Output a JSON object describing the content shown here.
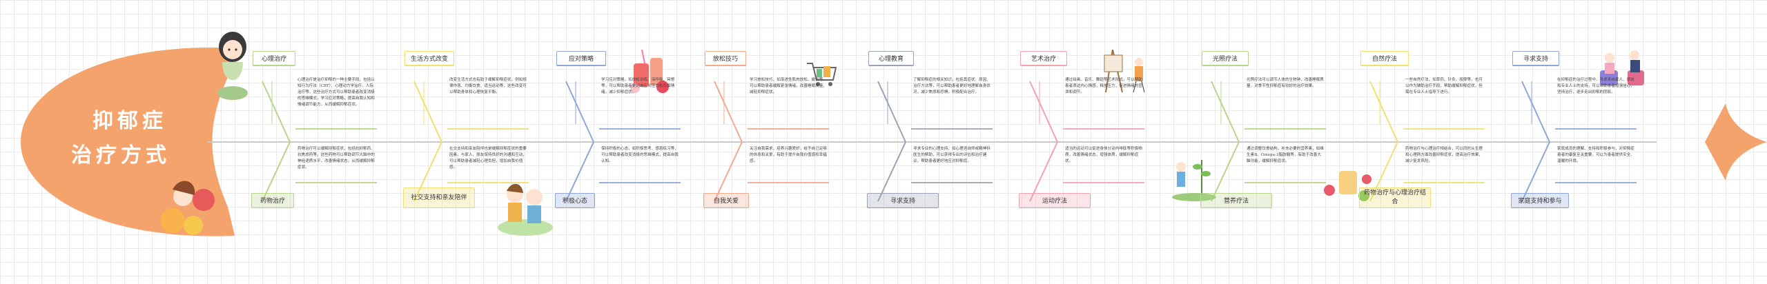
{
  "head": {
    "title_line1": "抑郁症",
    "title_line2": "治疗方式",
    "color": "#f5a36c"
  },
  "topics": [
    {
      "label": "心理治疗",
      "desc": "心理治疗是治疗抑郁的一种主要手段，包括认知行为疗法（CBT）、心理动力学治疗、人际治疗等，这些治疗方式可以帮助患者改变消极的思维模式，学习应对策略，提高自我认知和情绪调节能力，从而缓解抑郁症状。",
      "color": "#b7d58b"
    },
    {
      "label": "药物治疗",
      "desc": "药物治疗可以缓解抑郁症状，包括抗抑郁药、抗焦虑药等，这些药物可以帮助调节大脑中的神经递质水平，改善情绪状态，从而缓解抑郁症状。",
      "color": "#b7d58b"
    },
    {
      "label": "生活方式改变",
      "desc": "改变生活方式也有助于缓解抑郁症状，例如规律作息、均衡饮食、适当运动等，这些改变可以帮助身体和心理恢复平衡。",
      "color": "#f0e070"
    },
    {
      "label": "社交支持和亲友陪伴",
      "desc": "社交支持和亲友陪伴也是缓解抑郁症状的重要因素，与家人、朋友保持良好的沟通和互动，可以帮助患者减轻心理负担，增加自我价值感。",
      "color": "#f0e070"
    },
    {
      "label": "应对策略",
      "desc": "学习应对策略，如放松训练、深呼吸、冥想等，可以帮助患者更好地应对压力和负面情绪，减少抑郁症状。",
      "color": "#8ea6d8"
    },
    {
      "label": "积极心态",
      "desc": "保持积极的心态，如积极思考、感恩练习等，可以帮助患者改变消极的思维模式，提高自我认知。",
      "color": "#8ea6d8"
    },
    {
      "label": "放松技巧",
      "desc": "学习放松技巧，如渐进性肌肉放松、瑜伽等，可以帮助患者缓解紧张情绪，改善睡眠质量，减轻抑郁症状。",
      "color": "#f4a98a"
    },
    {
      "label": "自我关爱",
      "desc": "关注自我需求，培养兴趣爱好，给予自己足够的休息和关爱，有助于提升自我价值感和幸福感。",
      "color": "#f4a98a"
    },
    {
      "label": "心理教育",
      "desc": "了解抑郁症的相关知识，包括其症状、原因、治疗方法等，可以帮助患者更好地理解自身状况，减少焦虑和恐惧，积极配合治疗。",
      "color": "#9aa3b5"
    },
    {
      "label": "寻求支持",
      "desc": "寻求专业的心理支持，如心理咨询师或精神科医生的帮助，可以获得专业的评估和治疗建议，帮助患者更好地应对抑郁症。",
      "color": "#9aa3b5"
    },
    {
      "label": "艺术治疗",
      "desc": "通过绘画、音乐、舞蹈等艺术形式，可以帮助患者表达内心情感，释放压力，促进情绪的宣泄和调节。",
      "color": "#f2a2ad"
    },
    {
      "label": "运动疗法",
      "desc": "适当的运动可以促进身体分泌内啡肽等积极物质，改善情绪状态，增强体质，缓解抑郁症状。",
      "color": "#f2a2ad"
    },
    {
      "label": "光照疗法",
      "desc": "光照疗法可以调节人体的生物钟，改善睡眠质量，对季节性抑郁症有较好的治疗效果。",
      "color": "#b7d58b"
    },
    {
      "label": "营养疗法",
      "desc": "通过调整饮食结构，补充必要的营养素，如维生素B、Omega-3脂肪酸等，有助于改善大脑功能，缓解抑郁症状。",
      "color": "#b7d58b"
    },
    {
      "label": "自然疗法",
      "desc": "一些自然疗法，如草药、针灸、按摩等，也可以作为辅助治疗手段，帮助缓解抑郁症状，但需在专业人士指导下进行。",
      "color": "#f0e070"
    },
    {
      "label": "药物治疗与心理治疗结合",
      "desc": "药物治疗与心理治疗相结合，可以同时从生理和心理两方面改善抑郁症状，提高治疗效果，减少复发风险。",
      "color": "#f0e070"
    },
    {
      "label": "寻求支持",
      "desc": "在抑郁症的治疗过程中，寻求来自家人、朋友和专业人士的支持，可以帮助患者增强信心，坚持治疗，逐步走出抑郁的阴影。",
      "color": "#8ea6d8"
    },
    {
      "label": "家庭支持和参与",
      "desc": "家庭成员的理解、支持和积极参与，对抑郁症患者的康复至关重要，可以为患者提供安全、温暖的环境。",
      "color": "#8ea6d8"
    }
  ],
  "icons": [
    "girl-sticker-icon",
    "fruit-girl-sticker-icon",
    "drinks-illustration-icon",
    "shopping-cart-icon",
    "kids-reading-icon",
    "painter-easel-icon",
    "gardening-girl-icon",
    "tea-flowers-icon",
    "counseling-session-icon"
  ]
}
